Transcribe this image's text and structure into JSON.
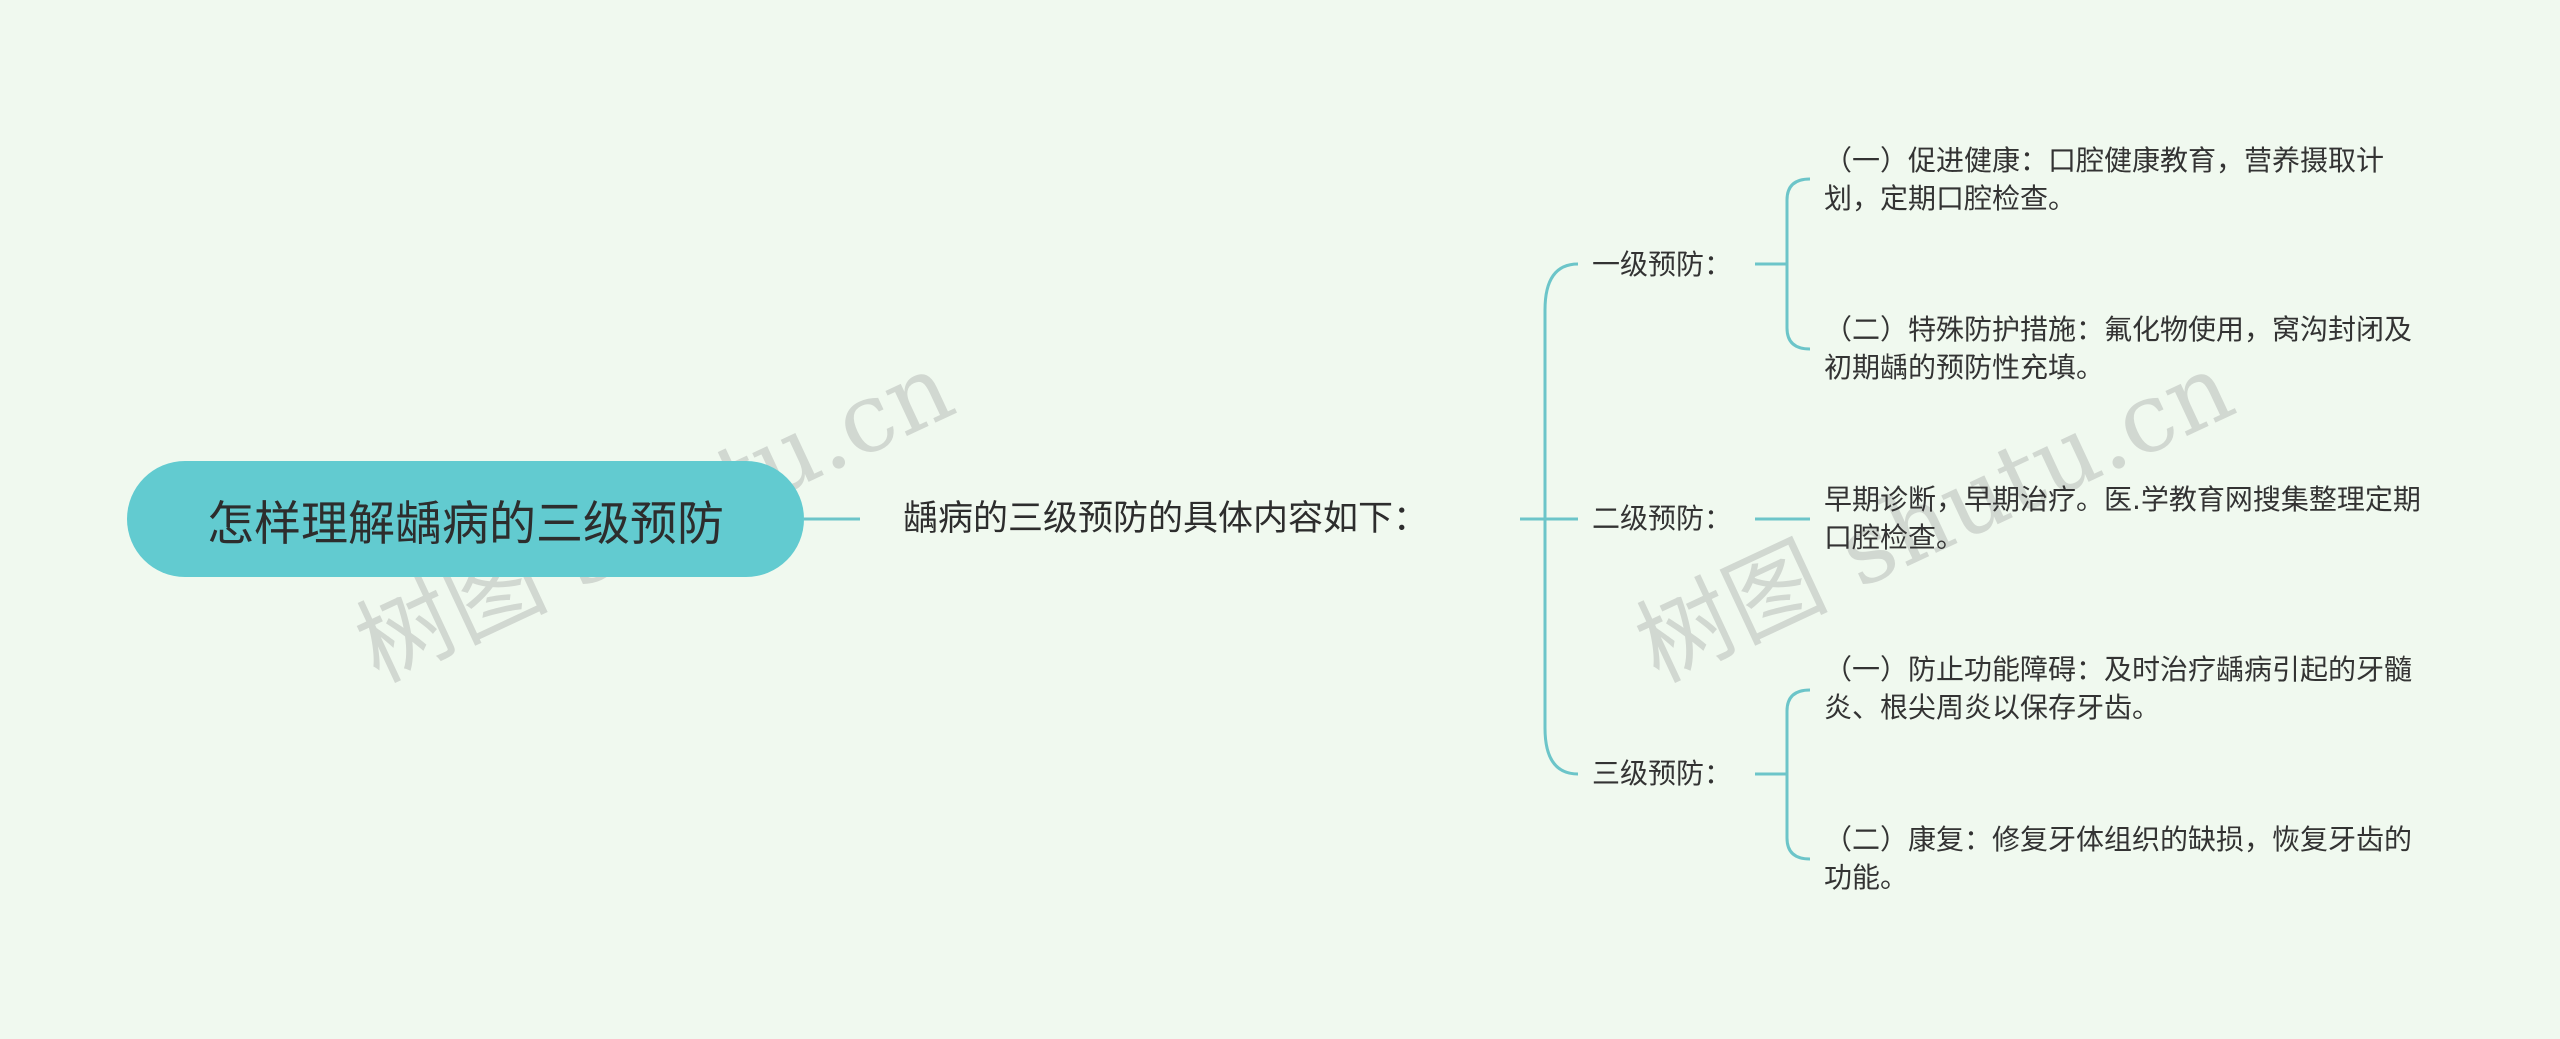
{
  "root": {
    "label": "怎样理解龋病的三级预防"
  },
  "intro": {
    "label": "龋病的三级预防的具体内容如下："
  },
  "levels": [
    {
      "label": "一级预防：",
      "items": [
        "（一）促进健康：口腔健康教育，营养摄取计划，定期口腔检查。",
        "（二）特殊防护措施：氟化物使用，窝沟封闭及初期龋的预防性充填。"
      ]
    },
    {
      "label": "二级预防：",
      "items": [
        "早期诊断，早期治疗。医.学教育网搜集整理定期口腔检查。"
      ]
    },
    {
      "label": "三级预防：",
      "items": [
        "（一）防止功能障碍：及时治疗龋病引起的牙髓炎、根尖周炎以保存牙齿。",
        "（二）康复：修复牙体组织的缺损，恢复牙齿的功能。"
      ]
    }
  ],
  "watermark": "树图 shutu.cn",
  "colors": {
    "background": "#f0f9ef",
    "root": "#62cbd0",
    "connector": "#6cc5c9"
  }
}
